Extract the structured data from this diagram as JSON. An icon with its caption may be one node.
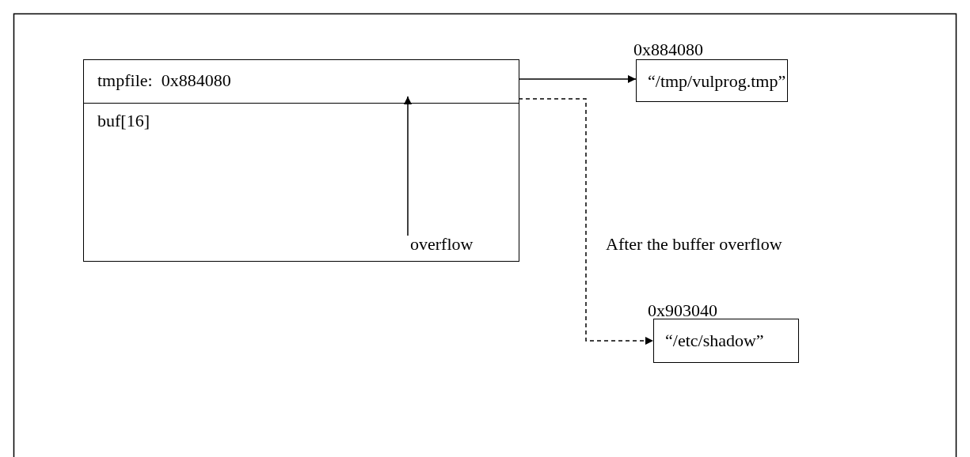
{
  "diagram": {
    "nodes": [
      {
        "text": [],
        "shape": "box"
      },
      {
        "text": [
          "tmpfile:  0x884080"
        ],
        "in": 0
      },
      {
        "text": [
          "buf[16]"
        ],
        "in": 0
      },
      {
        "text": [
          "“/tmp/vulprog.tmp”"
        ],
        "beside": [
          "0x884080"
        ]
      },
      {
        "text": [
          "“/etc/shadow”"
        ],
        "beside": [
          "0x903040"
        ]
      }
    ],
    "edges": [
      {
        "from": 1,
        "to": 3,
        "arrow": "to"
      },
      {
        "from": 1,
        "to": 4,
        "arrow": "to",
        "style": "dashed"
      }
    ],
    "labels": [
      "overflow",
      "After the buffer overflow"
    ]
  }
}
